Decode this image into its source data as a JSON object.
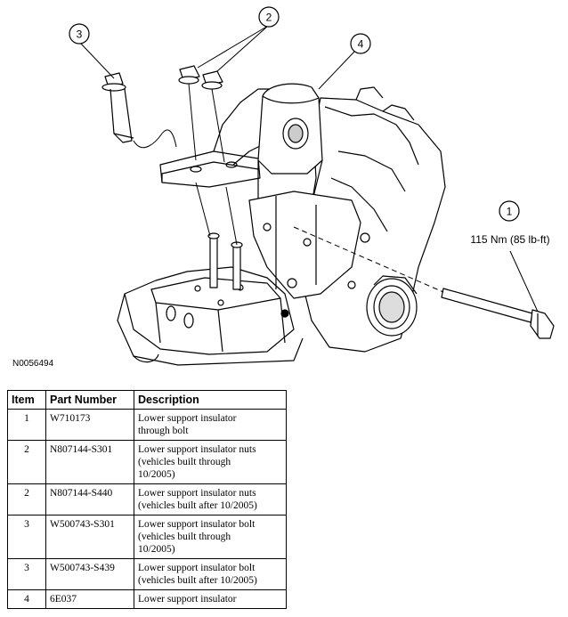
{
  "callouts": [
    {
      "number": "1",
      "label": "115 Nm (85 lb-ft)"
    },
    {
      "number": "2",
      "label": ""
    },
    {
      "number": "3",
      "label": ""
    },
    {
      "number": "4",
      "label": ""
    }
  ],
  "figure_id": "N0056494",
  "table": {
    "headers": [
      "Item",
      "Part Number",
      "Description"
    ],
    "rows": [
      {
        "item": "1",
        "part_number": "W710173",
        "description_lines": [
          "Lower support insulator",
          "through bolt"
        ]
      },
      {
        "item": "2",
        "part_number": "N807144-S301",
        "description_lines": [
          "Lower support insulator nuts",
          "(vehicles built through",
          "10/2005)"
        ]
      },
      {
        "item": "2",
        "part_number": "N807144-S440",
        "description_lines": [
          "Lower support insulator nuts",
          "(vehicles built after 10/2005)"
        ]
      },
      {
        "item": "3",
        "part_number": "W500743-S301",
        "description_lines": [
          "Lower support insulator bolt",
          "(vehicles built through",
          "10/2005)"
        ]
      },
      {
        "item": "3",
        "part_number": "W500743-S439",
        "description_lines": [
          "Lower support insulator bolt",
          "(vehicles built after 10/2005)"
        ]
      },
      {
        "item": "4",
        "part_number": "6E037",
        "description_lines": [
          "Lower support insulator"
        ]
      }
    ]
  }
}
